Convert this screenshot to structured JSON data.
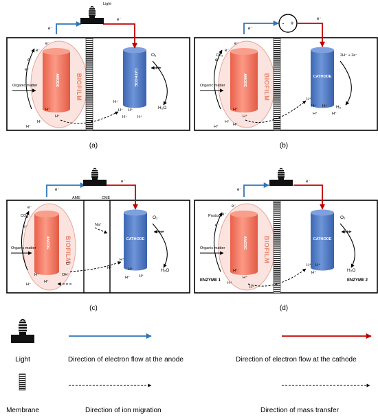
{
  "panels": {
    "a": {
      "label": "(a)",
      "light": "Light",
      "electrons": [
        "e⁻",
        "e⁻",
        "e⁻",
        "e⁻",
        "e⁻",
        "e⁻"
      ],
      "anode": "ANODE",
      "biofilm": "BIOFILM",
      "cathode": "CATHODE",
      "organic": "Organic matter",
      "o2": "O₂",
      "h2o": "H₂O",
      "protons": [
        "H⁺",
        "H⁺",
        "H⁺",
        "H⁺",
        "H⁺",
        "H⁺",
        "H⁺",
        "H⁺",
        "H⁺",
        "H⁺"
      ]
    },
    "b": {
      "label": "(b)",
      "minus": "-",
      "plus": "+",
      "electrons": [
        "e⁻",
        "e⁻",
        "e⁻",
        "e⁻",
        "e⁻"
      ],
      "anode": "ANODE",
      "biofilm": "BIOFILM",
      "cathode": "CATHODE",
      "co2": "CO₂",
      "organic": "Organic matter",
      "reaction": "2H⁺ + 2e⁻",
      "h2": "H₂",
      "protons": [
        "H⁺",
        "H⁺",
        "H⁺",
        "H⁺",
        "H⁺",
        "H⁺",
        "H⁺",
        "H⁺",
        "H⁺",
        "H⁺"
      ]
    },
    "c": {
      "label": "(c)",
      "electrons": [
        "e⁻",
        "e⁻",
        "e⁻",
        "e⁻",
        "e⁻"
      ],
      "anode": "ANODE",
      "biofilm": "BIOFILM",
      "cathode": "CATHODE",
      "ame": "AME",
      "cme": "CME",
      "co2": "CO₂",
      "organic": "Organic matter",
      "na": "Na⁺",
      "cl": "Cl⁻",
      "oh": "OH⁻",
      "o2": "O₂",
      "h2o": "H₂O",
      "protons": [
        "H⁺",
        "H⁺",
        "H⁺",
        "H⁺",
        "H⁺",
        "H⁺",
        "H⁺",
        "H⁺",
        "H⁺"
      ]
    },
    "d": {
      "label": "(d)",
      "electrons": [
        "e⁻",
        "e⁻",
        "e⁻",
        "e⁻",
        "e⁻"
      ],
      "anode": "ANODE",
      "biofilm": "BIOFILM",
      "cathode": "CATHODE",
      "product": "Product",
      "organic": "Organic matter",
      "o2": "O₂",
      "h2o": "H₂O",
      "enzyme1": "ENZYME 1",
      "enzyme2": "ENZYME 2",
      "protons": [
        "H⁺",
        "H⁺",
        "H⁺",
        "H⁺",
        "H⁺",
        "H⁺",
        "H⁺",
        "H⁺"
      ]
    }
  },
  "legend": {
    "light": "Light",
    "membrane": "Membrane",
    "anode_flow": "Direction of electron flow at the anode",
    "cathode_flow": "Direction of electron flow at the cathode",
    "ion_migration": "Direction of ion migration",
    "mass_transfer": "Direction of mass transfer"
  },
  "colors": {
    "anode_wire": "#2e75b6",
    "cathode_wire": "#c00000",
    "anode": "#f4806b",
    "cathode": "#4f7cc6",
    "biofilm_fill": "#fbe4df",
    "biofilm_edge": "#e8a597"
  }
}
